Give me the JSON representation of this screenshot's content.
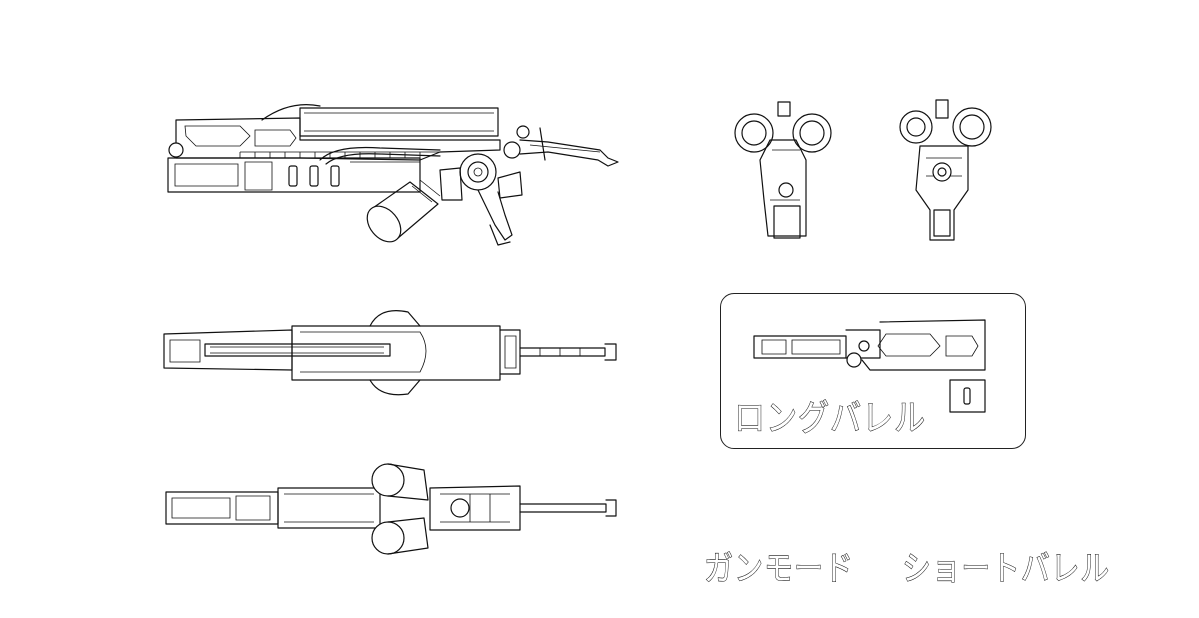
{
  "labels": {
    "long_barrel": "ロングバレル",
    "gun_mode": "ガンモード",
    "short_barrel": "ショートバレル"
  },
  "views": [
    {
      "id": "side-view"
    },
    {
      "id": "top-view"
    },
    {
      "id": "bottom-view"
    },
    {
      "id": "front-view"
    },
    {
      "id": "rear-view"
    },
    {
      "id": "long-barrel-detail"
    }
  ],
  "colors": {
    "line": "#111111",
    "paper": "#ffffff"
  }
}
